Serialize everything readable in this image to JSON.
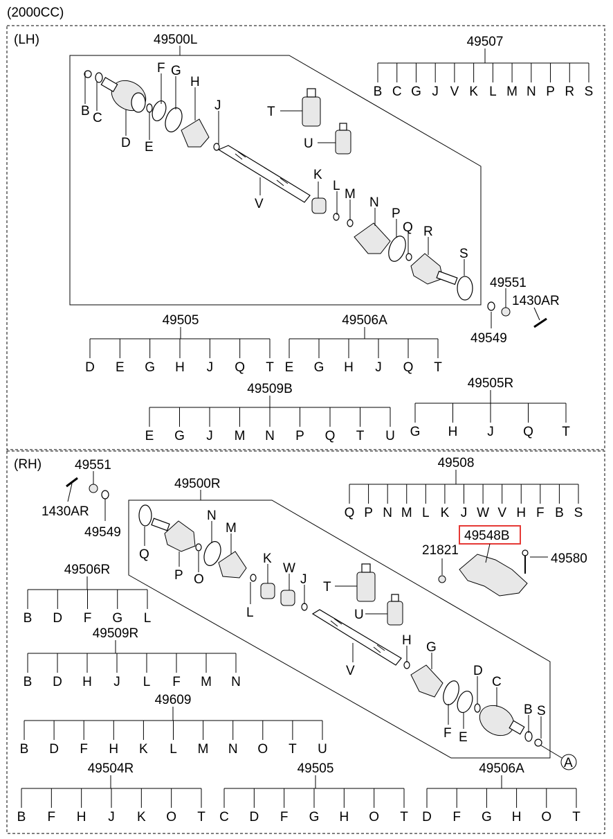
{
  "header": {
    "engine": "(2000CC)"
  },
  "lh": {
    "section_label": "(LH)",
    "assembly": "49500L",
    "callouts": [
      "B",
      "C",
      "D",
      "E",
      "F",
      "G",
      "H",
      "J",
      "T",
      "U",
      "V",
      "K",
      "L",
      "M",
      "N",
      "P",
      "Q",
      "R",
      "S"
    ],
    "loose": {
      "c49551": "49551",
      "c1430AR": "1430AR",
      "c49549": "49549"
    },
    "groups": [
      {
        "code": "49507",
        "items": [
          "B",
          "C",
          "G",
          "J",
          "V",
          "K",
          "L",
          "M",
          "N",
          "P",
          "R",
          "S"
        ]
      },
      {
        "code": "49505",
        "items": [
          "D",
          "E",
          "G",
          "H",
          "J",
          "Q",
          "T"
        ]
      },
      {
        "code": "49506A",
        "items": [
          "E",
          "G",
          "H",
          "J",
          "Q",
          "T"
        ]
      },
      {
        "code": "49509B",
        "items": [
          "E",
          "G",
          "J",
          "M",
          "N",
          "P",
          "Q",
          "T",
          "U"
        ]
      },
      {
        "code": "49505R",
        "items": [
          "G",
          "H",
          "J",
          "Q",
          "T"
        ]
      }
    ]
  },
  "rh": {
    "section_label": "(RH)",
    "assembly": "49500R",
    "callouts": [
      "Q",
      "P",
      "O",
      "N",
      "M",
      "L",
      "K",
      "W",
      "J",
      "T",
      "U",
      "V",
      "H",
      "G",
      "F",
      "E",
      "D",
      "C",
      "B",
      "S"
    ],
    "loose": {
      "c49551": "49551",
      "c1430AR": "1430AR",
      "c49549": "49549",
      "c21821": "21821",
      "c49580": "49580",
      "circle_a": "A"
    },
    "highlight": "49548B",
    "groups": [
      {
        "code": "49508",
        "items": [
          "Q",
          "P",
          "N",
          "M",
          "L",
          "K",
          "J",
          "W",
          "V",
          "H",
          "F",
          "B",
          "S"
        ]
      },
      {
        "code": "49506R",
        "items": [
          "B",
          "D",
          "F",
          "G",
          "L"
        ]
      },
      {
        "code": "49509R",
        "items": [
          "B",
          "D",
          "H",
          "J",
          "L",
          "F",
          "M",
          "N"
        ]
      },
      {
        "code": "49609",
        "items": [
          "B",
          "D",
          "F",
          "H",
          "K",
          "L",
          "M",
          "N",
          "O",
          "T",
          "U"
        ]
      },
      {
        "code": "49504R",
        "items": [
          "B",
          "F",
          "H",
          "J",
          "K",
          "O",
          "T"
        ]
      },
      {
        "code": "49505",
        "items": [
          "C",
          "D",
          "F",
          "G",
          "H",
          "O",
          "T"
        ]
      },
      {
        "code": "49506A",
        "items": [
          "D",
          "F",
          "G",
          "H",
          "O",
          "T"
        ]
      }
    ]
  },
  "colors": {
    "highlight_box": "#e53935",
    "ink": "#000000"
  }
}
